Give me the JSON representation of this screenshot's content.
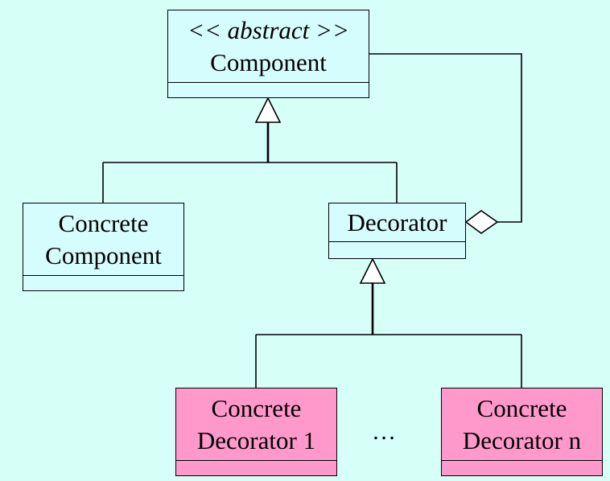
{
  "diagram": {
    "component": {
      "stereotype": "<< abstract >>",
      "name": "Component"
    },
    "concrete_component": {
      "line1": "Concrete",
      "line2": "Component"
    },
    "decorator": {
      "name": "Decorator"
    },
    "concrete_decorator_1": {
      "line1": "Concrete",
      "line2": "Decorator 1"
    },
    "concrete_decorator_n": {
      "line1": "Concrete",
      "line2": "Decorator n"
    },
    "ellipsis": "…"
  },
  "colors": {
    "background": "#d6fff7",
    "class_fill": "#d6fdfd",
    "concrete_decorator_fill": "#ff99cc",
    "line": "#000000"
  }
}
